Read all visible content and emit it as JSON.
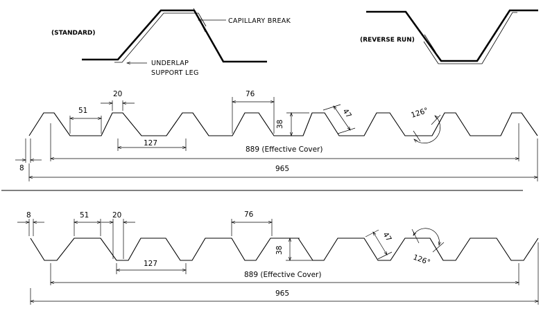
{
  "details": {
    "standard_label": "(STANDARD)",
    "reverse_label": "(REVERSE RUN)",
    "capillary_break": "CAPILLARY BREAK",
    "underlap_line1": "UNDERLAP",
    "underlap_line2": "SUPPORT LEG"
  },
  "top_profile": {
    "dim_51": "51",
    "dim_20": "20",
    "dim_76": "76",
    "dim_38": "38",
    "dim_47": "47",
    "dim_angle": "126°",
    "dim_127": "127",
    "dim_effective": "889 (Effective Cover)",
    "dim_8": "8",
    "dim_total": "965"
  },
  "bottom_profile": {
    "dim_8": "8",
    "dim_51": "51",
    "dim_20": "20",
    "dim_76": "76",
    "dim_38": "38",
    "dim_47": "47",
    "dim_angle": "126°",
    "dim_127": "127",
    "dim_effective": "889 (Effective Cover)",
    "dim_total": "965"
  }
}
